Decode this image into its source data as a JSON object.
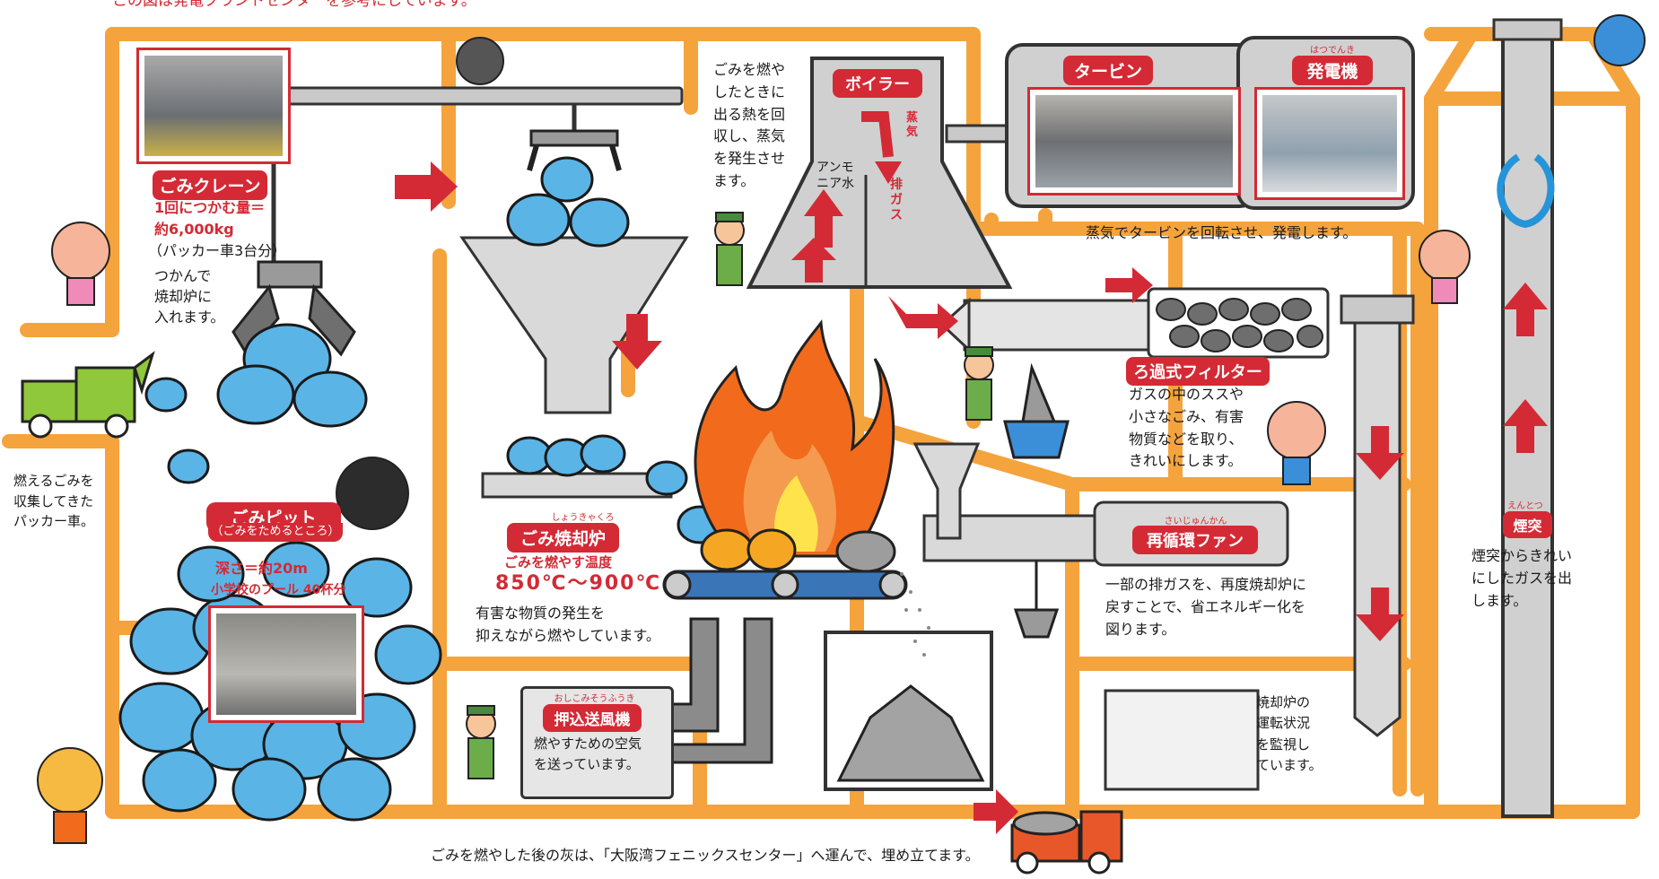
{
  "header_note": "この図は発電プラントセンターを参考にしています。",
  "crane": {
    "label": "ごみクレーン",
    "capacity_line1": "1回につかむ量＝",
    "capacity_line2": "約6,000kg",
    "capacity_note": "（パッカー車3台分）",
    "desc": "つかんで\n焼却炉に\n入れます。"
  },
  "truck": {
    "desc": "燃えるごみを\n収集してきた\nパッカー車。"
  },
  "pit": {
    "label": "ごみピット",
    "sub": "（ごみをためるところ）",
    "depth": "深さ＝約20m",
    "pool": "小学校のプール 40杯分"
  },
  "furnace": {
    "ruby": "しょうきゃくろ",
    "label": "ごみ焼却炉",
    "temp_label": "ごみを燃やす温度",
    "temp_value": "850℃～900℃",
    "desc": "有害な物質の発生を\n抑えながら燃やしています。"
  },
  "boiler": {
    "label": "ボイラー",
    "desc": "ごみを燃や\nしたときに\n出る熱を回\n収し、蒸気\nを発生させ\nます。",
    "ammonia": "アンモ\nニア水",
    "steam": "蒸\n気",
    "exhaust": "排\nガ\nス"
  },
  "turbine": {
    "label": "タービン"
  },
  "generator": {
    "ruby": "はつでんき",
    "label": "発電機"
  },
  "power_desc": "蒸気でタービンを回転させ、発電します。",
  "filter": {
    "label": "ろ過式フィルター",
    "desc": "ガスの中のススや\n小さなごみ、有害\n物質などを取り、\nきれいにします。"
  },
  "fan": {
    "ruby": "さいじゅんかん",
    "label": "再循環ファン",
    "desc": "一部の排ガスを、再度焼却炉に\n戻すことで、省エネルギー化を\n図ります。"
  },
  "blower": {
    "ruby": "おしこみそうふうき",
    "label": "押込送風機",
    "desc": "燃やすための空気\nを送っています。"
  },
  "control": {
    "desc": "焼却炉の\n運転状況\nを監視し\nています。"
  },
  "chimney": {
    "ruby": "えんとつ",
    "label": "煙突",
    "desc": "煙突からきれい\nにしたガスを出\nします。"
  },
  "footer": "ごみを燃やした後の灰は、「大阪湾フェニックスセンター」へ運んで、埋め立てます。",
  "colors": {
    "pipe": "#f5a33c",
    "accent": "#d42a35",
    "bag": "#5ab4e6",
    "machine": "#c9c9c9",
    "flame": "#f26a1b"
  }
}
